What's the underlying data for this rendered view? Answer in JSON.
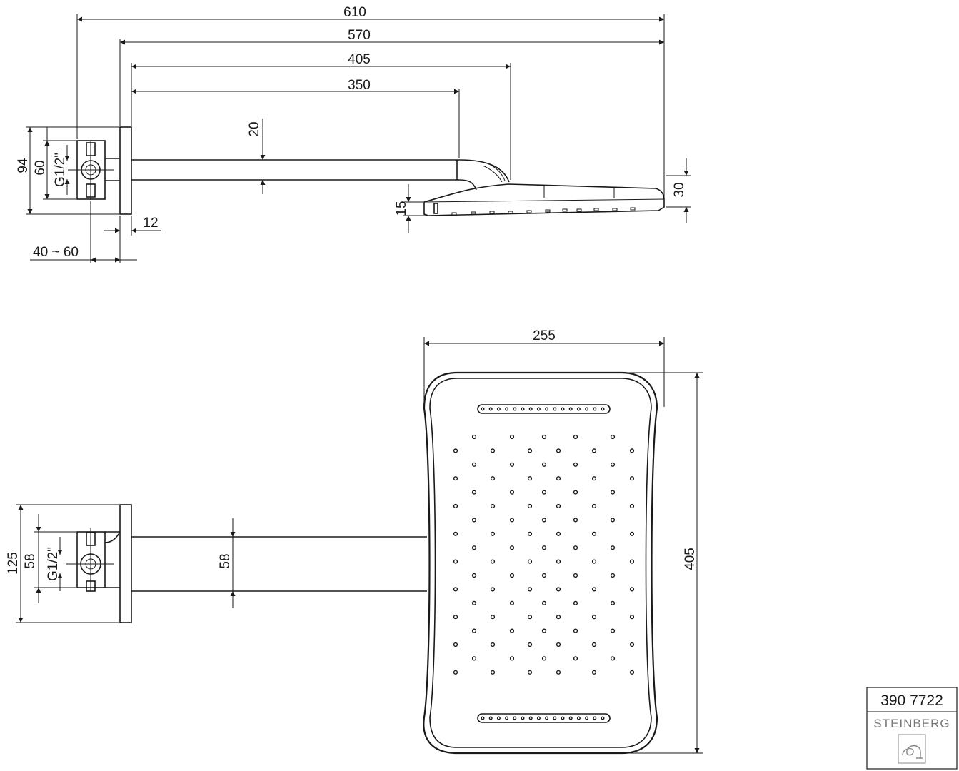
{
  "side_view": {
    "dims": {
      "overall_610": "610",
      "wall_to_end_570": "570",
      "arm_to_head_405": "405",
      "arm_straight_350": "350",
      "arm_dia_20": "20",
      "flange_94": "94",
      "body_60": "60",
      "thread": "G1/2\"",
      "flange_12": "12",
      "recess": "40 ~ 60",
      "head_tip_15": "15",
      "head_30": "30"
    }
  },
  "top_view": {
    "dims": {
      "width_255": "255",
      "length_405": "405",
      "flange_125": "125",
      "body_58": "58",
      "thread": "G1/2\"",
      "arm_58": "58"
    }
  },
  "title_block": {
    "code": "390 7722",
    "brand": "STEINBERG",
    "logo_icon": "steinberg-logo-icon"
  }
}
